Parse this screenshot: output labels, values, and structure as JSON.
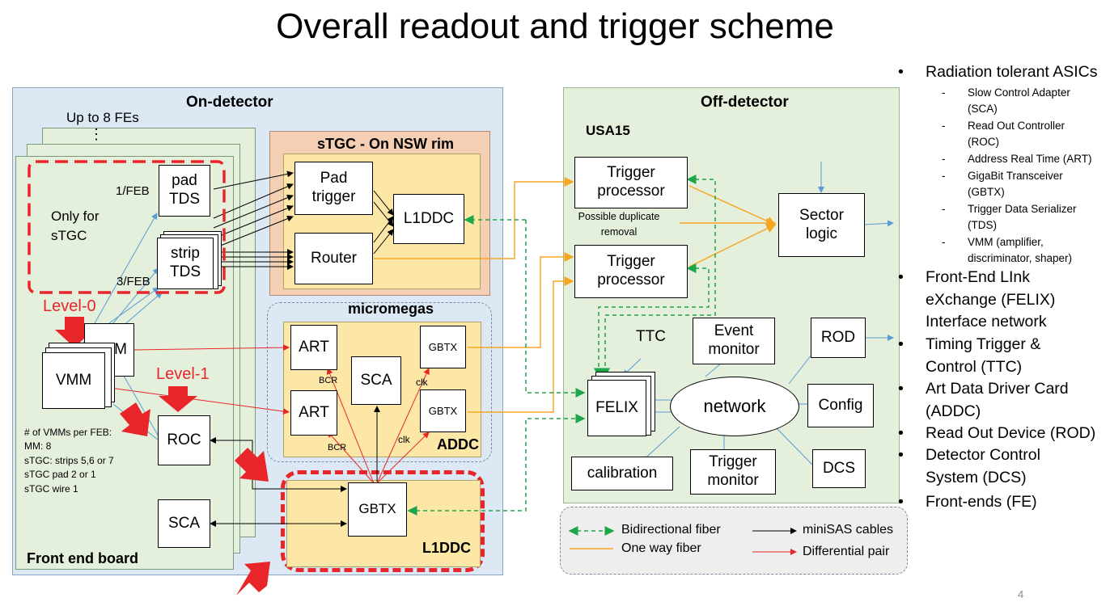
{
  "title": "Overall readout and trigger scheme",
  "page_number": "4",
  "on_detector": {
    "title": "On-detector",
    "up_to_fes": "Up to 8 FEs",
    "ellipsis": "⋮",
    "only_for_stgc_1": "Only for",
    "only_for_stgc_2": "sTGC",
    "one_feb": "1/FEB",
    "three_feb": "3/FEB",
    "pad_tds": [
      "pad",
      "TDS"
    ],
    "strip_tds": [
      "strip",
      "TDS"
    ],
    "level0": "Level-0",
    "level1": "Level-1",
    "mm_partial": "M",
    "vmm": "VMM",
    "roc": "ROC",
    "sca": "SCA",
    "front_end_board": "Front end board",
    "vmm_counts": [
      "# of VMMs per FEB:",
      "MM: 8",
      "sTGC: strips 5,6 or 7",
      "sTGC pad 2 or 1",
      "sTGC wire 1"
    ]
  },
  "stgc": {
    "title": "sTGC - On NSW rim",
    "pad_trigger": [
      "Pad",
      "trigger"
    ],
    "router": "Router",
    "l1ddc": "L1DDC"
  },
  "micromegas": {
    "title": "micromegas",
    "art": "ART",
    "sca": "SCA",
    "gbtx": "GBTX",
    "bcr": "BCR",
    "clk": "clk",
    "addc": "ADDC"
  },
  "l1ddc_bottom": {
    "gbtx": "GBTX",
    "label": "L1DDC"
  },
  "off_detector": {
    "title": "Off-detector",
    "usa15": "USA15",
    "trigger_processor": [
      "Trigger",
      "processor"
    ],
    "possible_dup": [
      "Possible duplicate",
      "removal"
    ],
    "sector_logic": [
      "Sector",
      "logic"
    ],
    "ttc": "TTC",
    "felix": "FELIX",
    "event_monitor": [
      "Event",
      "monitor"
    ],
    "network": "network",
    "rod": "ROD",
    "config": "Config",
    "calibration": "calibration",
    "trigger_monitor": [
      "Trigger",
      "monitor"
    ],
    "dcs": "DCS"
  },
  "legend": {
    "bidirectional": "Bidirectional fiber",
    "minisas": "miniSAS cables",
    "one_way": "One way fiber",
    "differential": "Differential pair"
  },
  "bullets": [
    {
      "text": [
        "Radiation tolerant ASICs"
      ],
      "subs": [
        [
          "Slow Control Adapter",
          "(SCA)"
        ],
        [
          "Read Out Controller",
          "(ROC)"
        ],
        [
          "Address Real Time (ART)"
        ],
        [
          "GigaBit Transceiver",
          "(GBTX)"
        ],
        [
          "Trigger Data Serializer",
          "(TDS)"
        ],
        [
          "VMM (amplifier,",
          "discriminator, shaper)"
        ]
      ]
    },
    {
      "text": [
        "Front-End LInk",
        "eXchange (FELIX)",
        "Interface network"
      ]
    },
    {
      "text": [
        "Timing Trigger &",
        "Control (TTC)"
      ]
    },
    {
      "text": [
        "Art Data Driver Card",
        "(ADDC)"
      ]
    },
    {
      "text": [
        "Read Out Device (ROD)"
      ]
    },
    {
      "text": [
        "Detector Control",
        "System (DCS)"
      ]
    },
    {
      "text": [
        "Front-ends (FE)"
      ]
    }
  ],
  "colors": {
    "on_detector_bg": "#dce8f3",
    "off_detector_bg": "#e4f0dc",
    "stgc_bg": "#f5cfb4",
    "inner_yellow": "#fde7a6",
    "red": "#e8262a",
    "green": "#1ea64a",
    "orange": "#f5a623",
    "blue": "#5b9bd5"
  }
}
